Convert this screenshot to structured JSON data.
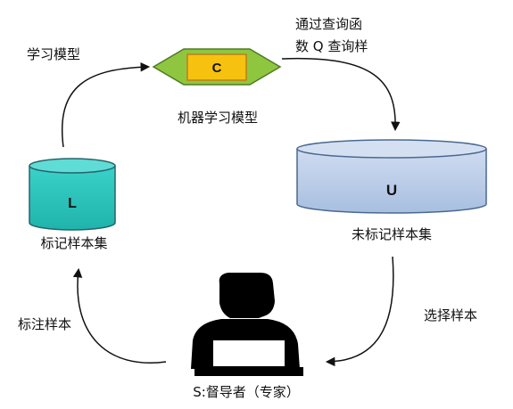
{
  "nodes": {
    "model": {
      "letter": "C",
      "caption": "机器学习模型"
    },
    "unlabeled": {
      "letter": "U",
      "caption": "未标记样本集"
    },
    "labeled": {
      "letter": "L",
      "caption": "标记样本集"
    },
    "expert": {
      "caption": "S:督导者（专家）"
    }
  },
  "edges": {
    "model_to_unlabeled": {
      "line1": "通过查询函",
      "line2": "数 Q 查询样"
    },
    "unlabeled_to_expert": "选择样本",
    "expert_to_labeled": "标注样本",
    "labeled_to_model": "学习模型"
  },
  "colors": {
    "hexagon_fill": "#8fc640",
    "hexagon_stroke": "#4d7a22",
    "model_box_fill": "#f7c20f",
    "model_box_stroke": "#c07d1b",
    "unlabeled_fill": "#bcd0ea",
    "unlabeled_stroke": "#4a6890",
    "labeled_fill": "#2cc7bf",
    "labeled_stroke": "#25646a",
    "arrow": "#111111",
    "expert": "#000000"
  }
}
